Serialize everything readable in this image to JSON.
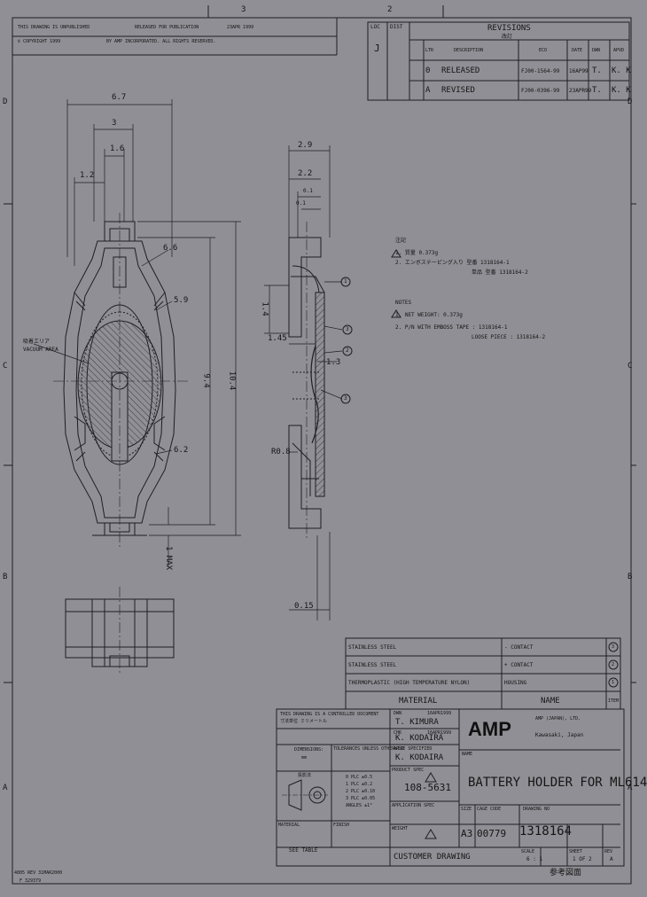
{
  "zone_letters": [
    "D",
    "C",
    "B",
    "A"
  ],
  "zone_numbers": [
    "3",
    "2"
  ],
  "header": {
    "unpublished": "THIS DRAWING IS UNPUBLISHED",
    "copyright": "© COPYRIGHT 1999",
    "released": "RELEASED FOR PUBLICATION",
    "released_date": "23APR 1999",
    "rights": "BY AMP INCORPORATED. ALL RIGHTS RESERVED."
  },
  "revisions": {
    "title": "REVISIONS",
    "title_jp": "改訂",
    "loc": "LOC",
    "dist": "DIST",
    "loc_value": "J",
    "columns": [
      "LTR",
      "DESCRIPTION",
      "ECO",
      "DATE",
      "DWN",
      "APVD"
    ],
    "rows": [
      {
        "ltr": "0",
        "desc": "RELEASED",
        "eco": "FJ00-1564-99",
        "date": "16AP99",
        "dwn": "T.",
        "apvd": "K. K"
      },
      {
        "ltr": "A",
        "desc": "REVISED",
        "eco": "FJ00-0396-99",
        "date": "23APR99",
        "dwn": "T.",
        "apvd": "K. K"
      }
    ]
  },
  "dimensions": {
    "d67": "6.7",
    "d3": "3",
    "d16": "1.6",
    "d12": "1.2",
    "r66": "6.6",
    "r59": "5.9",
    "r62": "6.2",
    "d94": "9.4",
    "d104": "10.4",
    "d1max": "1 MAX",
    "d29": "2.9",
    "d22": "2.2",
    "d01": "0.1",
    "d14": "1.4",
    "d145": "1.45",
    "d13": "1.3",
    "r08": "R0.8",
    "d015": "0.15",
    "vacuum_jp": "吸着エリア",
    "vacuum_en": "VACUUM AREA"
  },
  "callouts": [
    "1",
    "2",
    "3"
  ],
  "notes_jp": {
    "title": "注記",
    "n1": "1. 質量 0.373g",
    "n2a": "2. エンボステーピング入り 型番 1318164-1",
    "n2b": "単品 型番 1318164-2"
  },
  "notes_en": {
    "title": "NOTES",
    "n1": "1. NET WEIGHT: 0.373g",
    "n2a": "2. P/N WITH EMBOSS TAPE : 1318164-1",
    "n2b": "LOOSE PIECE : 1318164-2"
  },
  "material_table": {
    "rows": [
      {
        "material": "STAINLESS STEEL",
        "name": "- CONTACT",
        "item": "3"
      },
      {
        "material": "STAINLESS STEEL",
        "name": "+ CONTACT",
        "item": "2"
      },
      {
        "material": "THERMOPLASTIC (HIGH TEMPERATURE NYLON)",
        "name": "HOUSING",
        "item": "1"
      }
    ],
    "header_material": "MATERIAL",
    "header_name": "NAME",
    "header_item": "ITEM"
  },
  "title_block": {
    "dims_note": "THIS DRAWING IS A CONTROLLED DOCUMENT",
    "dims_note_jp": "寸法単位 ミリメートル",
    "drawn_label": "DWN",
    "drawn": "T. KIMURA",
    "drawn_date": "16APR1999",
    "chk_label": "CHK",
    "chk": "K. KODAIRA",
    "chk_date": "16APR1999",
    "appvd_label": "APVD",
    "appvd": "K. KODAIRA",
    "tolerance_label": "TOLERANCES UNLESS OTHERWISE SPECIFIED",
    "tol_0": "0 PLC ±0.5",
    "tol_1": "1 PLC ±0.2",
    "tol_2": "2 PLC ±0.10",
    "tol_3": "3 PLC ±0.05",
    "tol_ang": "ANGLES ±1°",
    "proj_label": "投影法",
    "dims_label": "DIMENSIONS:",
    "dims_value": "mm",
    "product_spec_label": "PRODUCT SPEC",
    "product_spec": "108-5631",
    "app_spec_label": "APPLICATION SPEC",
    "weight_label": "WEIGHT",
    "material_label": "MATERIAL",
    "material_value": "SEE TABLE",
    "finish_label": "FINISH",
    "company": "AMP",
    "company_sub": "AMP (JAPAN), LTD.",
    "location": "Kawasaki, Japan",
    "title_label": "NAME",
    "title": "BATTERY HOLDER FOR ML614",
    "size_label": "SIZE",
    "size": "A3",
    "cage_label": "CAGE CODE",
    "cage": "00779",
    "dwg_no_label": "DRAWING NO",
    "dwg_no": "1318164",
    "scale_label": "SCALE",
    "scale": "6 : 1",
    "sheet_label": "SHEET",
    "sheet": "1 OF 2",
    "rev_label": "REV",
    "rev": "A",
    "customer": "CUSTOMER DRAWING",
    "dist_code": "4805 REV 31MAR2000",
    "form_no": "F 329379",
    "reference": "参考図面"
  }
}
